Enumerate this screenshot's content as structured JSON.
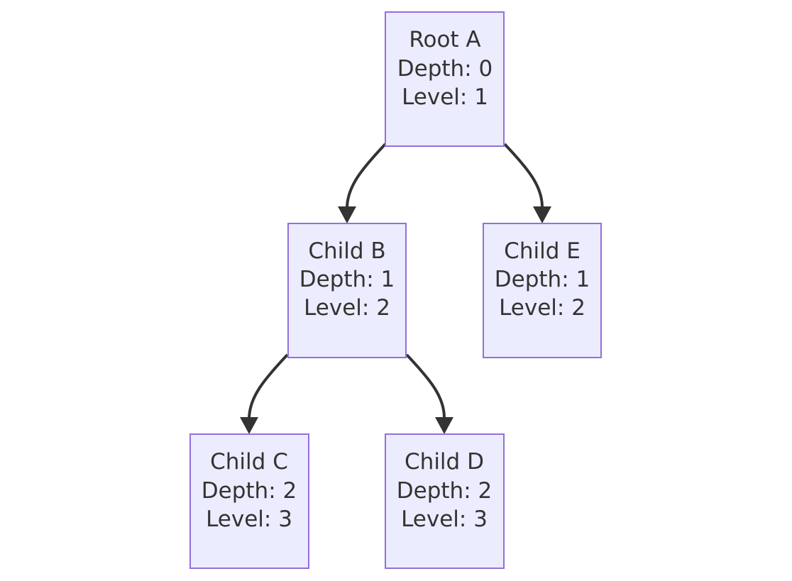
{
  "diagram": {
    "nodes": [
      {
        "id": "A",
        "label": "Root A",
        "depth": "Depth: 0",
        "level": "Level: 1"
      },
      {
        "id": "B",
        "label": "Child B",
        "depth": "Depth: 1",
        "level": "Level: 2"
      },
      {
        "id": "E",
        "label": "Child E",
        "depth": "Depth: 1",
        "level": "Level: 2"
      },
      {
        "id": "C",
        "label": "Child C",
        "depth": "Depth: 2",
        "level": "Level: 3"
      },
      {
        "id": "D",
        "label": "Child D",
        "depth": "Depth: 2",
        "level": "Level: 3"
      }
    ],
    "edges": [
      {
        "from": "A",
        "to": "B"
      },
      {
        "from": "A",
        "to": "E"
      },
      {
        "from": "B",
        "to": "C"
      },
      {
        "from": "B",
        "to": "D"
      }
    ],
    "colors": {
      "node_fill": "#ececff",
      "node_stroke": "#9370db",
      "edge": "#333333",
      "text": "#333333"
    }
  }
}
